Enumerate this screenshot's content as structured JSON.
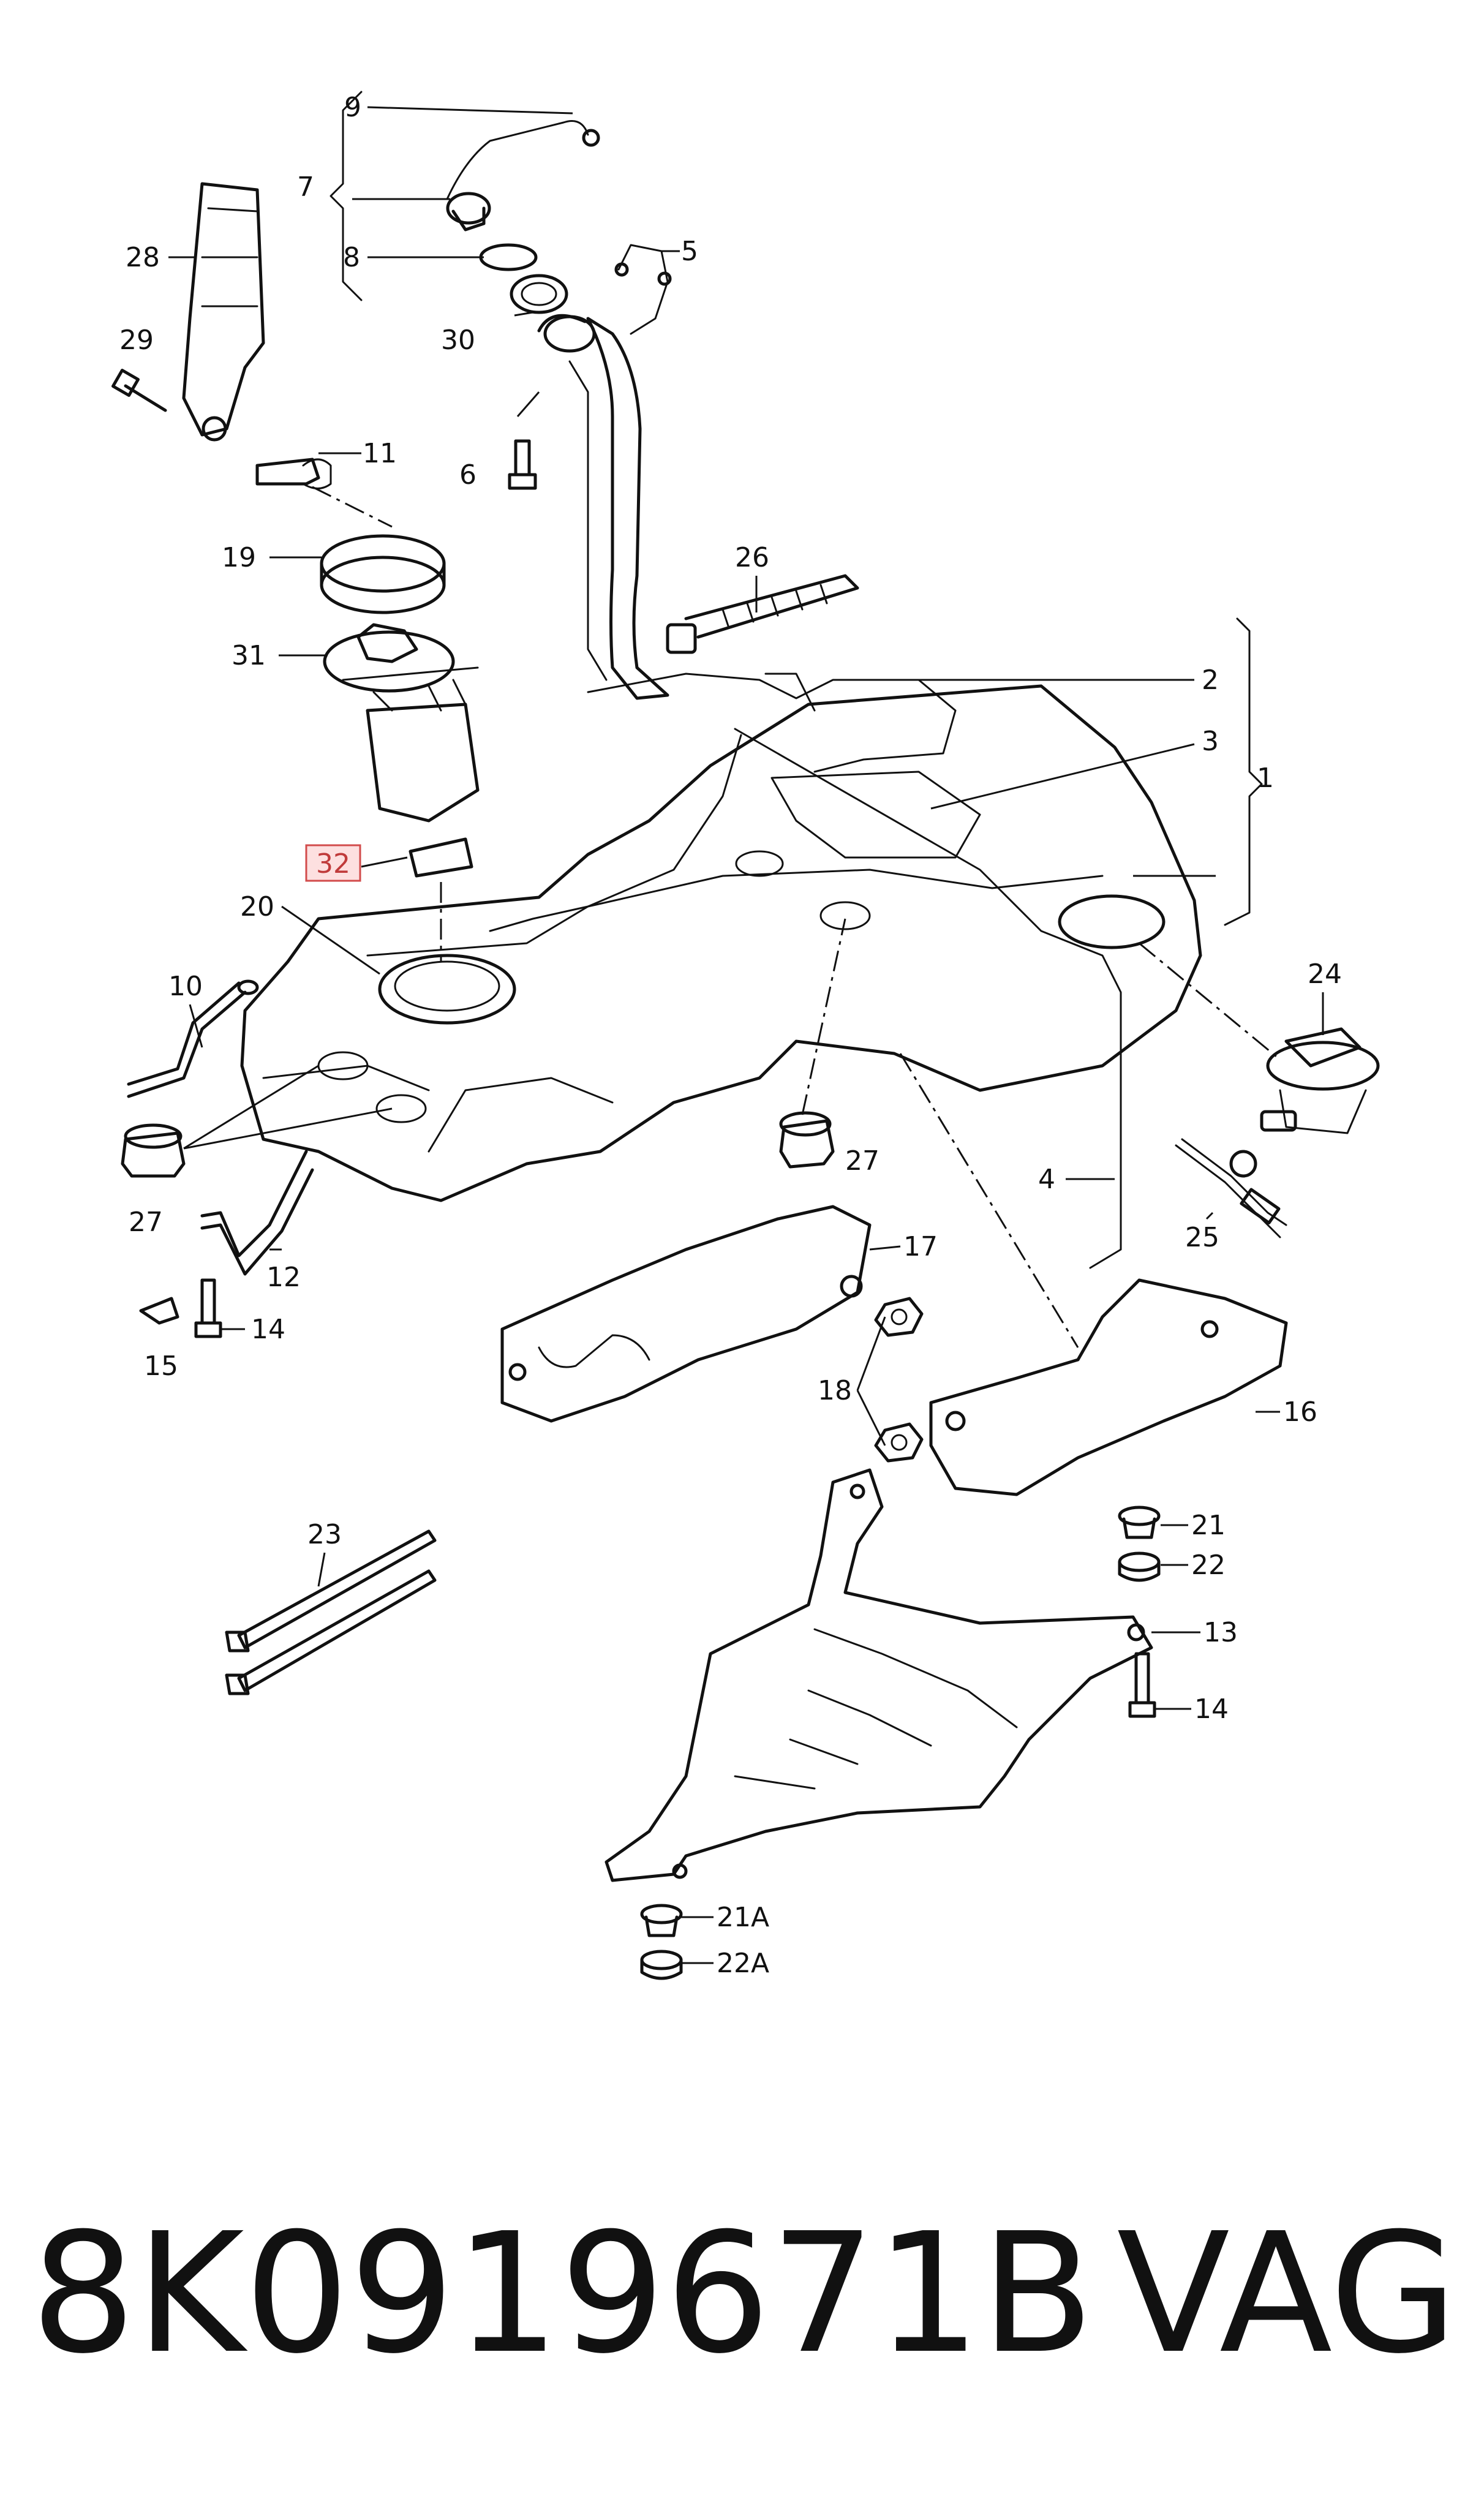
{
  "diagram": {
    "labels": {
      "l1": "1",
      "l2": "2",
      "l3": "3",
      "l4": "4",
      "l5": "5",
      "l6": "6",
      "l7": "7",
      "l8": "8",
      "l9": "9",
      "l10": "10",
      "l11": "11",
      "l12": "12",
      "l13": "13",
      "l14a": "14",
      "l14b": "14",
      "l15": "15",
      "l16": "16",
      "l17": "17",
      "l18": "18",
      "l19": "19",
      "l20": "20",
      "l21": "21",
      "l21a": "21A",
      "l22": "22",
      "l22a": "22A",
      "l23": "23",
      "l24": "24",
      "l25": "25",
      "l26": "26",
      "l27a": "27",
      "l27b": "27",
      "l28": "28",
      "l29": "29",
      "l30": "30",
      "l31": "31",
      "l32": "32"
    },
    "highlight_color": "#d24b4b"
  },
  "caption": {
    "part_number": "8K0919671B",
    "brand": "VAG"
  }
}
